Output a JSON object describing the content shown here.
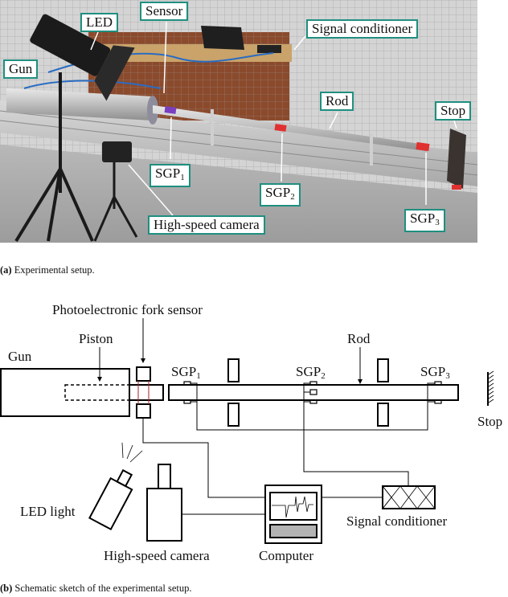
{
  "figure_a": {
    "caption_label": "(a)",
    "caption_text": " Experimental setup.",
    "callouts": {
      "led": "LED",
      "sensor": "Sensor",
      "signal_conditioner": "Signal conditioner",
      "gun": "Gun",
      "rod": "Rod",
      "stop": "Stop",
      "sgp1_base": "SGP",
      "sgp1_sub": "1",
      "sgp2_base": "SGP",
      "sgp2_sub": "2",
      "sgp3_base": "SGP",
      "sgp3_sub": "3",
      "camera": "High-speed camera"
    },
    "colors": {
      "callout_border": "#1f8f80",
      "strain_gauge_red": "#e03030",
      "strain_gauge_purple": "#7a3fbf"
    }
  },
  "figure_b": {
    "caption_label": "(b)",
    "caption_text": " Schematic sketch of the experimental setup.",
    "labels": {
      "fork_sensor": "Photoelectronic fork sensor",
      "gun": "Gun",
      "piston": "Piston",
      "rod": "Rod",
      "sgp1_base": "SGP",
      "sgp1_sub": "1",
      "sgp2_base": "SGP",
      "sgp2_sub": "2",
      "sgp3_base": "SGP",
      "sgp3_sub": "3",
      "stop": "Stop",
      "led_light": "LED light",
      "camera": "High-speed camera",
      "computer": "Computer",
      "signal_conditioner": "Signal conditioner"
    }
  }
}
